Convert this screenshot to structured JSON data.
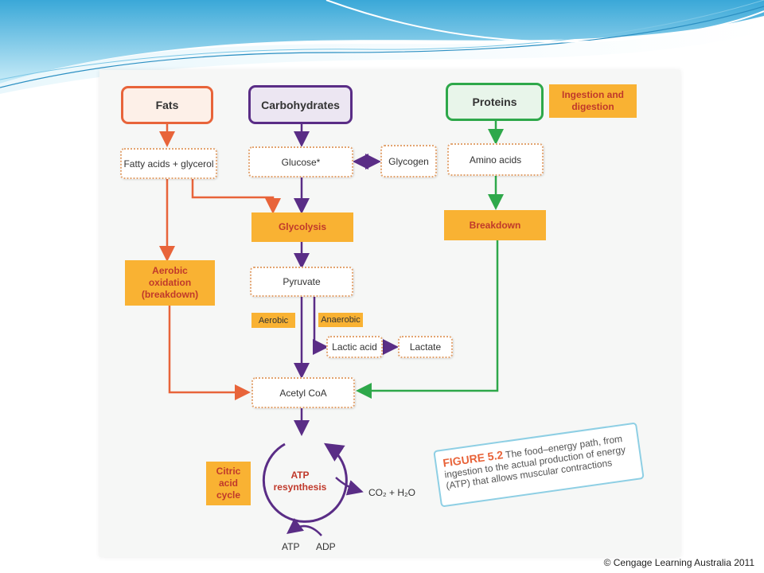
{
  "nodes": {
    "fats": "Fats",
    "carbohydrates": "Carbohydrates",
    "proteins": "Proteins",
    "ingestion_digestion": "Ingestion and digestion",
    "fatty_acids": "Fatty acids + glycerol",
    "glucose": "Glucose*",
    "glycogen": "Glycogen",
    "amino_acids": "Amino acids",
    "glycolysis": "Glycolysis",
    "breakdown": "Breakdown",
    "aerobic_oxidation": "Aerobic oxidation (breakdown)",
    "pyruvate": "Pyruvate",
    "aerobic": "Aerobic",
    "anaerobic": "Anaerobic",
    "lactic_acid": "Lactic acid",
    "lactate": "Lactate",
    "acetyl_coa": "Acetyl CoA",
    "atp_resynthesis": "ATP resynthesis",
    "citric_acid_cycle": "Citric acid cycle",
    "co2_h2o": "CO₂ + H₂O",
    "atp": "ATP",
    "adp": "ADP"
  },
  "caption": {
    "figure": "FIGURE 5.2",
    "text": "The food–energy path, from ingestion to the actual production of energy (ATP) that allows muscular contractions"
  },
  "credit": "© Cengage Learning Australia 2011",
  "colors": {
    "fats": "#e8643a",
    "carbohydrates": "#5a2d86",
    "proteins": "#2ea84a",
    "process": "#f9b233",
    "banner": "#4fb3d9"
  }
}
